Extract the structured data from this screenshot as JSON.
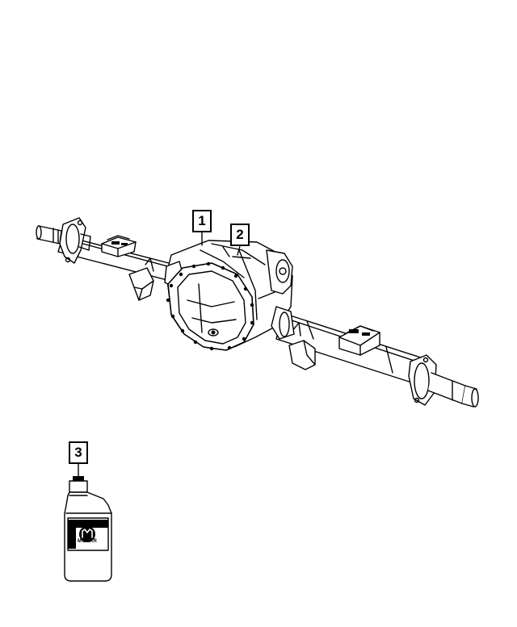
{
  "callouts": [
    {
      "label": "1"
    },
    {
      "label": "2"
    },
    {
      "label": "3"
    }
  ],
  "bottle": {
    "brand": "MOPAR"
  },
  "colors": {
    "line": "#000000",
    "background": "#ffffff"
  }
}
